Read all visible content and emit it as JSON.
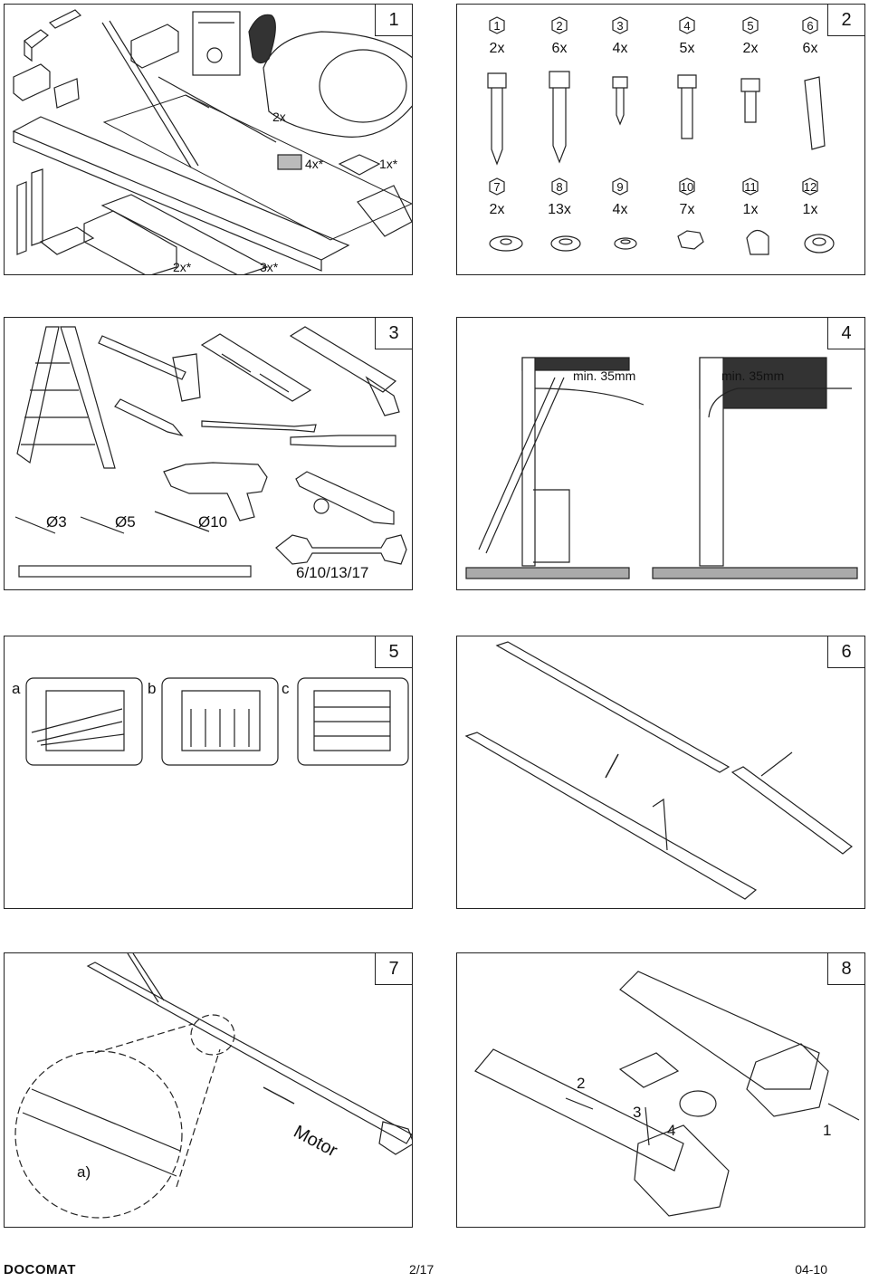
{
  "panels": {
    "p1": {
      "number": "1",
      "labels": {
        "q_2x": "2x",
        "q_4x": "4x*",
        "q_1x": "1x*",
        "q_2xs": "2x*",
        "q_3xs": "3x*"
      }
    },
    "p2": {
      "number": "2",
      "parts": [
        {
          "num": "1",
          "qty": "2x"
        },
        {
          "num": "2",
          "qty": "6x"
        },
        {
          "num": "3",
          "qty": "4x"
        },
        {
          "num": "4",
          "qty": "5x"
        },
        {
          "num": "5",
          "qty": "2x"
        },
        {
          "num": "6",
          "qty": "6x"
        },
        {
          "num": "7",
          "qty": "2x"
        },
        {
          "num": "8",
          "qty": "13x"
        },
        {
          "num": "9",
          "qty": "4x"
        },
        {
          "num": "10",
          "qty": "7x"
        },
        {
          "num": "11",
          "qty": "1x"
        },
        {
          "num": "12",
          "qty": "1x"
        }
      ]
    },
    "p3": {
      "number": "3",
      "drills": [
        "Ø3",
        "Ø5",
        "Ø10"
      ],
      "wrench": "6/10/13/17"
    },
    "p4": {
      "number": "4",
      "min_left": "min. 35mm",
      "min_right": "min. 35mm"
    },
    "p5": {
      "number": "5",
      "doors": [
        "a",
        "b",
        "c"
      ]
    },
    "p6": {
      "number": "6"
    },
    "p7": {
      "number": "7",
      "motor": "Motor",
      "detail": "a)"
    },
    "p8": {
      "number": "8",
      "steps": [
        "2",
        "3",
        "4",
        "1"
      ]
    }
  },
  "footer": {
    "logo": "DOCOMAT",
    "page": "2/17",
    "date": "04-10"
  }
}
